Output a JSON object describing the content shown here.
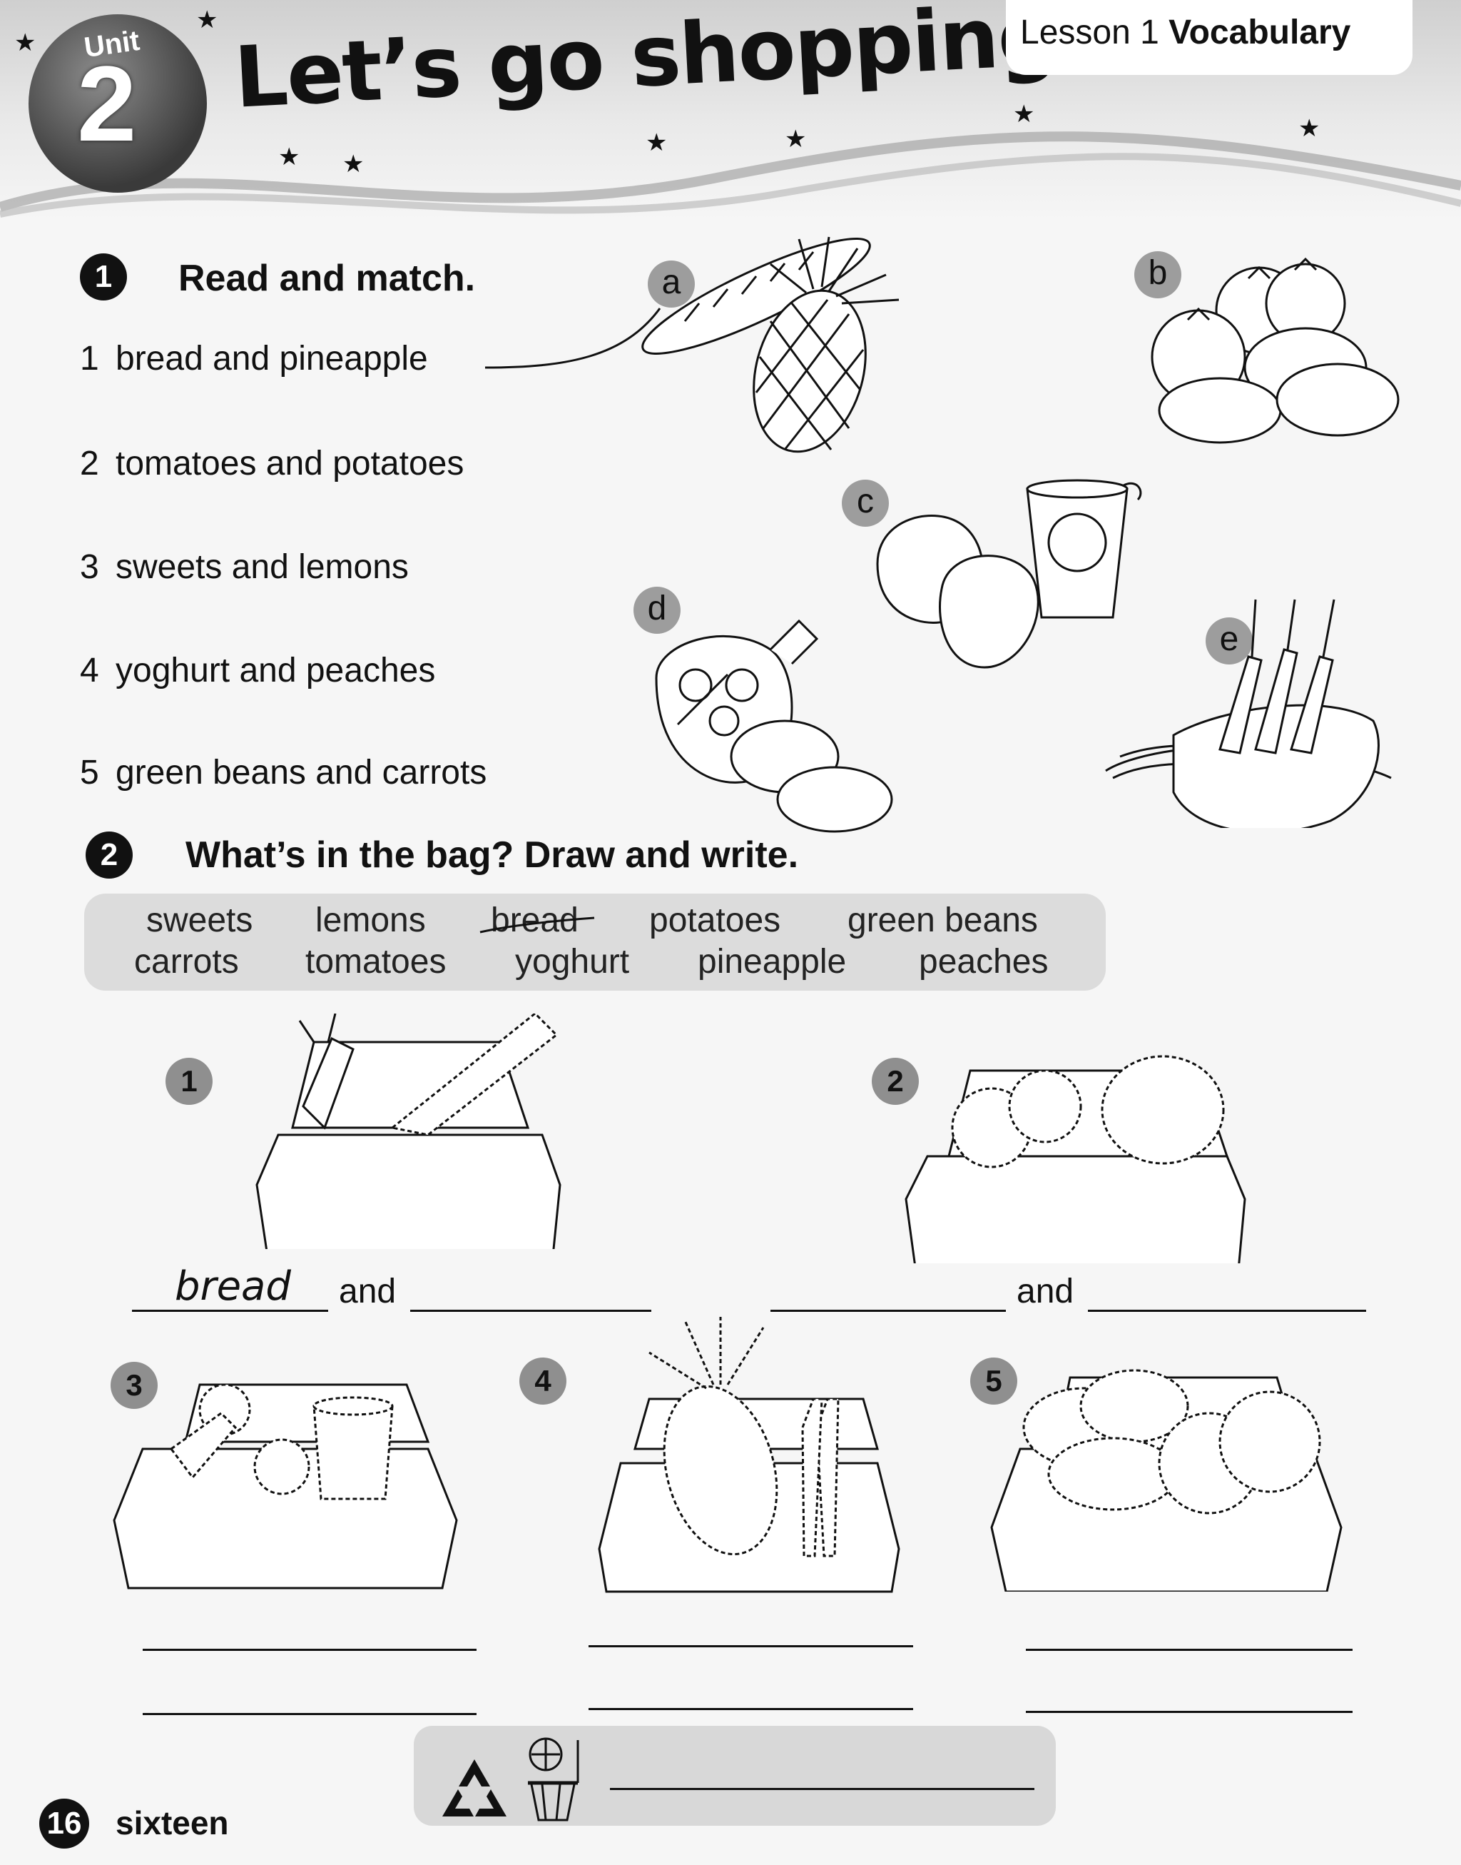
{
  "header": {
    "unit_label": "Unit",
    "unit_number": "2",
    "title": "Let’s go shopping!",
    "lesson_prefix": "Lesson 1",
    "lesson_bold": "Vocabulary"
  },
  "exercise1": {
    "number": "1",
    "instruction": "Read and match.",
    "items": [
      {
        "num": "1",
        "text": "bread and pineapple"
      },
      {
        "num": "2",
        "text": "tomatoes and potatoes"
      },
      {
        "num": "3",
        "text": "sweets and lemons"
      },
      {
        "num": "4",
        "text": "yoghurt and peaches"
      },
      {
        "num": "5",
        "text": "green beans and carrots"
      }
    ],
    "picture_letters": [
      "a",
      "b",
      "c",
      "d",
      "e"
    ]
  },
  "exercise2": {
    "number": "2",
    "instruction": "What’s in the bag? Draw and write.",
    "word_bank_row1": [
      "sweets",
      "lemons",
      "bread",
      "potatoes",
      "green beans"
    ],
    "word_bank_row2": [
      "carrots",
      "tomatoes",
      "yoghurt",
      "pineapple",
      "peaches"
    ],
    "bags": [
      "1",
      "2",
      "3",
      "4",
      "5"
    ],
    "connector": "and",
    "example_answer": "bread"
  },
  "footer": {
    "page_number": "16",
    "page_word": "sixteen"
  }
}
